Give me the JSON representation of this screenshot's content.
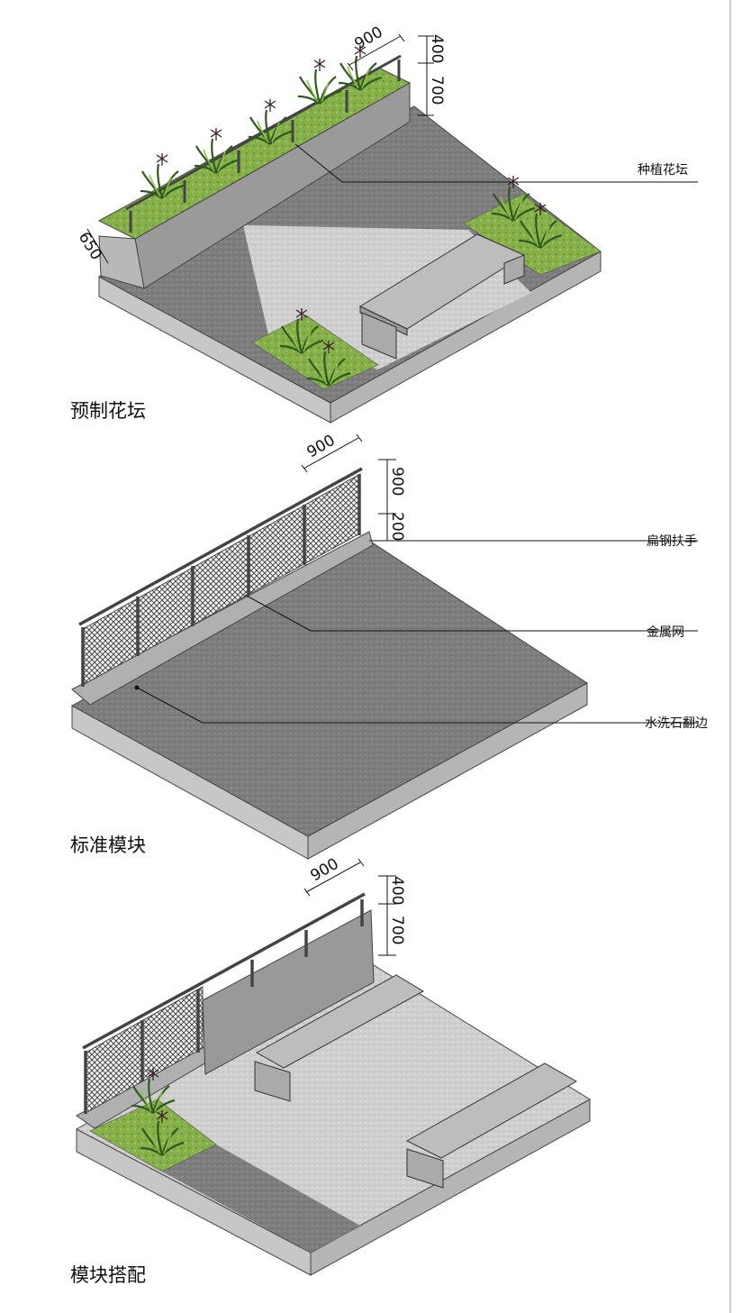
{
  "panels": [
    {
      "caption": "预制花坛",
      "dimensions": {
        "width": "900",
        "upper_height": "400",
        "lower_height": "700",
        "planter_width": "650"
      },
      "callouts": [
        "种植花坛"
      ]
    },
    {
      "caption": "标准模块",
      "dimensions": {
        "width": "900",
        "upper_height": "900",
        "lower_height": "200"
      },
      "callouts": [
        "扁钢扶手",
        "金属网",
        "水洗石翻边"
      ]
    },
    {
      "caption": "模块搭配",
      "dimensions": {
        "width": "900",
        "upper_height": "400",
        "lower_height": "700"
      },
      "callouts": []
    }
  ],
  "colors": {
    "paving_dark": "#7e7e7e",
    "paving_light": "#cfcfcf",
    "slab_side": "#c4c4c4",
    "planting": "#86b14a",
    "frame": "#4a4a4a",
    "bench": "#bdbdbd"
  }
}
